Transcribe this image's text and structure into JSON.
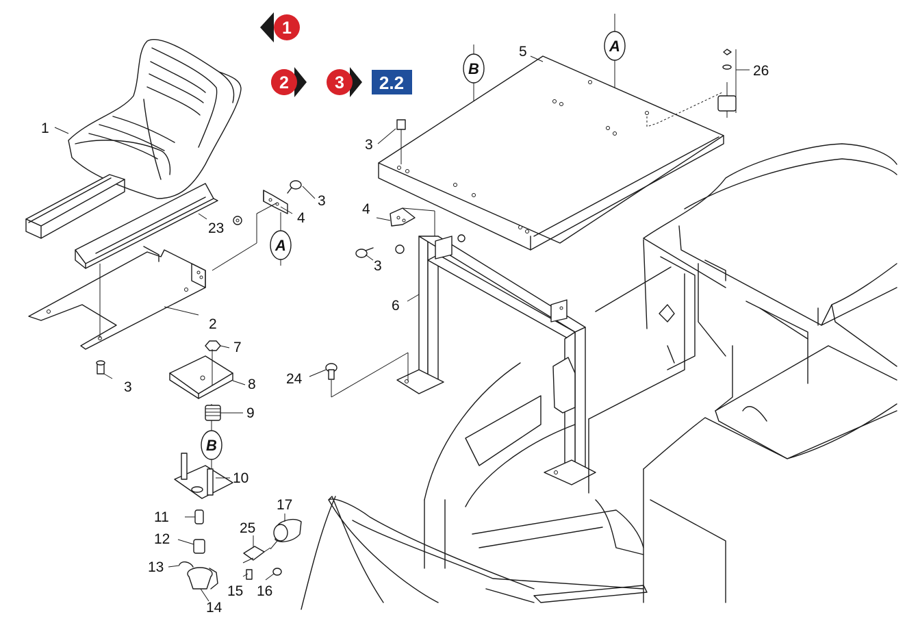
{
  "badges": {
    "b1": "1",
    "b2": "2",
    "b3": "3",
    "section": "2.2"
  },
  "colors": {
    "badge_red": "#d8232a",
    "badge_black": "#1a1a1a",
    "section_blue": "#1f4f9c"
  },
  "refs": {
    "A": "A",
    "B": "B"
  },
  "callouts": {
    "c1": "1",
    "c2": "2",
    "c3a": "3",
    "c3b": "3",
    "c3c": "3",
    "c3d": "3",
    "c4a": "4",
    "c4b": "4",
    "c5": "5",
    "c6": "6",
    "c7": "7",
    "c8": "8",
    "c9": "9",
    "c10": "10",
    "c11": "11",
    "c12": "12",
    "c13": "13",
    "c14": "14",
    "c15": "15",
    "c16": "16",
    "c17": "17",
    "c23": "23",
    "c24": "24",
    "c25": "25",
    "c26": "26"
  }
}
